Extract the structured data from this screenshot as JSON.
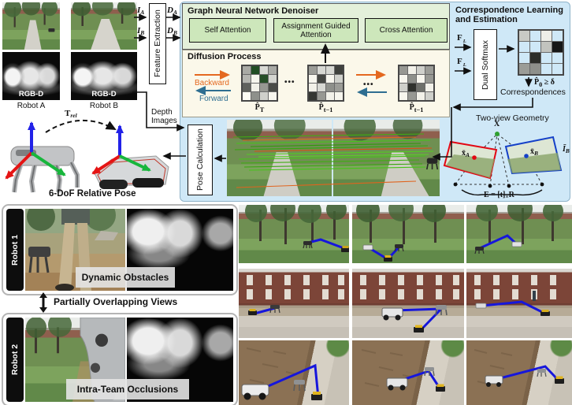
{
  "colors": {
    "panel_blue": "#cfe8f7",
    "panel_green": "#e4f0da",
    "block_green": "#cde7bb",
    "panel_cream": "#fbf8ea",
    "backward_orange": "#e4681f",
    "forward_blue": "#2e6e91",
    "link_blue": "#1616dc",
    "match_green": "#3fae12",
    "match_orange": "#e0641e",
    "axis_red": "#e51414",
    "axis_green": "#18b63c",
    "axis_blue": "#2222e8",
    "cam_red": "#e20613",
    "cam_blue": "#1440c8",
    "x_point_green": "#2fa02f"
  },
  "pipeline": {
    "inputs": {
      "rgb_badge": "RGB-D",
      "robot_a": "Robot A",
      "robot_b": "Robot B",
      "i_a": {
        "base": "I",
        "sub": "A"
      },
      "i_b": {
        "base": "I",
        "sub": "B"
      },
      "d_a": {
        "base": "D",
        "sub": "A"
      },
      "d_b": {
        "base": "D",
        "sub": "B"
      },
      "feature_extraction": "Feature Extraction",
      "depth_images": "Depth Images"
    },
    "gnn": {
      "title": "Graph Neural Network Denoiser",
      "blocks": [
        "Self Attention",
        "Assignment Guided Attention",
        "Cross Attention"
      ]
    },
    "diffusion": {
      "title": "Diffusion Process",
      "backward": "Backward",
      "forward": "Forward",
      "dots": "•••",
      "matrices": [
        {
          "label": {
            "base": "P̂",
            "sub": "T"
          },
          "cells": [
            "#a9aaa5",
            "#214d24",
            "#d9dad5",
            "#a9aaa5",
            "#b4b5b0",
            "#f7f6ee",
            "#274f28",
            "#d3d4cf",
            "#5f615d",
            "#f2f1e9",
            "#979893",
            "#4a4c48",
            "#fdfcf4",
            "#8e908b",
            "#cfd0cb",
            "#f7f6ee"
          ]
        },
        {
          "label": {
            "base": "P̂",
            "sub": "t−1"
          },
          "cells": [
            "#9b9c97",
            "#d7d8d3",
            "#d7d8d3",
            "#3f413d",
            "#f7f6ee",
            "#454743",
            "#f7f6ee",
            "#cfd0cb",
            "#f2f1e9",
            "#d7d8d3",
            "#8e908b",
            "#9b9c97",
            "#353733",
            "#979893",
            "#f2f1e9",
            "#f7f6ee"
          ]
        },
        {
          "label": {
            "base": "P̂",
            "sub": "t−1"
          },
          "cells": [
            "#979893",
            "#f2f1e9",
            "#cfd0cb",
            "#9b9c97",
            "#f7f6ee",
            "#8e908b",
            "#f7f6ee",
            "#979893",
            "#cfd0cb",
            "#2f312d",
            "#6e706b",
            "#f2f1e9",
            "#f7f6ee",
            "#979893",
            "#f2f1e9",
            "#cfd0cb"
          ]
        }
      ]
    },
    "correspondence": {
      "title": "Correspondence Learning and Estimation",
      "f_b": {
        "base": "F",
        "sup": "L",
        "sub": "B"
      },
      "f_a": {
        "base": "F",
        "sup": "L",
        "sub": "A"
      },
      "dual_softmax": "Dual Softmax",
      "matrix_cells": [
        "#c9cac5",
        "#cfe8f7",
        "#eeeee8",
        "#cfe8f7",
        "#cfe8f7",
        "#cfe8f7",
        "#c2c3be",
        "#161616",
        "#cfe8f7",
        "#2c2e2a",
        "#cfe8f7",
        "#cfe8f7",
        "#9b9c97",
        "#8e908b",
        "#cfe8f7",
        "#cfe8f7"
      ],
      "threshold": {
        "base": "P̂",
        "sub": "0",
        "rest": " ≥ δ"
      },
      "correspondences": "Correspondences"
    },
    "two_view": {
      "title": "Two-view Geometry",
      "x_point": "X",
      "x_a": {
        "base": "x̄",
        "sub": "A"
      },
      "x_b": {
        "base": "x̄",
        "sub": "B"
      },
      "i_a": {
        "base": "Ī",
        "sub": "A"
      },
      "i_b": {
        "base": "Ī",
        "sub": "B"
      },
      "essential": {
        "pre": "E = [t]",
        "sub": "×",
        "post": "R"
      }
    },
    "pose": {
      "calculation": "Pose Calculation",
      "t_rel": {
        "base": "T",
        "sub": "rel"
      },
      "dof_label": "6-DoF Relative Pose"
    }
  },
  "challenges": {
    "robot1": "Robot 1",
    "caption1": "Dynamic Obstacles",
    "between": "Partially Overlapping Views",
    "robot2": "Robot 2",
    "caption2": "Intra-Team Occlusions"
  },
  "experiments": {
    "rows": [
      [
        "park",
        "park",
        "park"
      ],
      [
        "courtyard",
        "courtyard",
        "courtyard"
      ],
      [
        "wall",
        "wall",
        "wall"
      ]
    ]
  }
}
